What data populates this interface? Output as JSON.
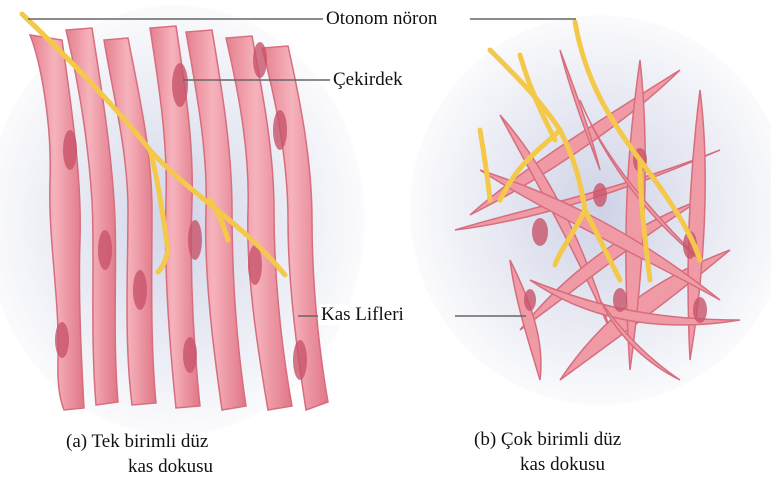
{
  "labels": {
    "autonomic_neuron": "Otonom nöron",
    "nucleus": "Çekirdek",
    "muscle_fibers": "Kas Lifleri"
  },
  "captions": {
    "a_line1": "(a) Tek birimli düz",
    "a_line2": "kas dokusu",
    "b_line1": "(b) Çok birimli düz",
    "b_line2": "kas dokusu"
  },
  "colors": {
    "fiber": "#ef9aa5",
    "fiber_dark": "#d9707f",
    "nucleus": "#c9546b",
    "nerve": "#f4c84a",
    "background_shadow": "#c9cde3"
  }
}
